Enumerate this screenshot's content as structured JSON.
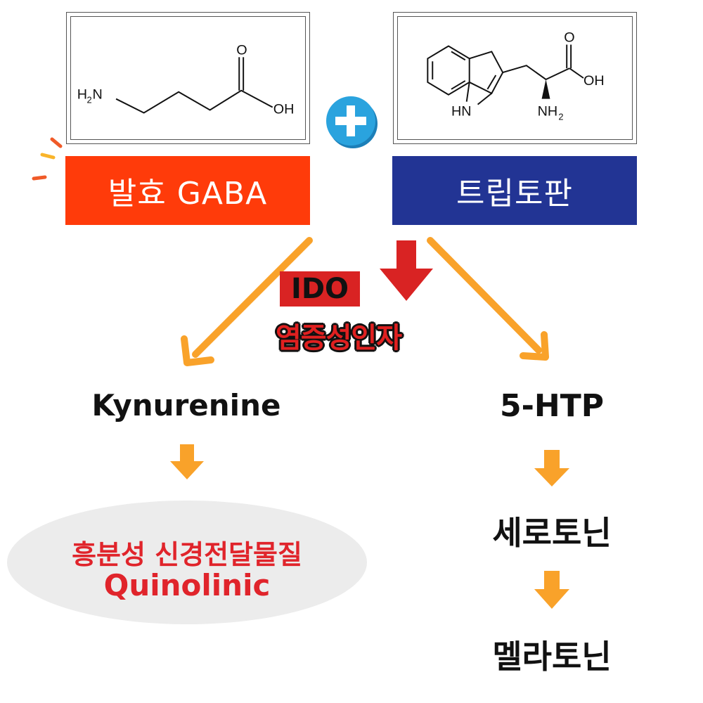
{
  "gaba_structure": {
    "amine_label": "H",
    "amine_n": "N",
    "amine_sub": "2",
    "carbonyl_o": "O",
    "hydroxyl": "OH"
  },
  "trp_structure": {
    "ring_nh": "HN",
    "carbonyl_o": "O",
    "hydroxyl": "OH",
    "amine": "NH",
    "amine_sub": "2"
  },
  "plus_icon": "plus-icon",
  "labels": {
    "left": "발효 GABA",
    "right": "트립토판"
  },
  "ido": {
    "label": "IDO",
    "sublabel": "염증성인자"
  },
  "left_branch": {
    "node1": "Kynurenine",
    "result_line1": "흥분성 신경전달물질",
    "result_line2": "Quinolinic"
  },
  "right_branch": {
    "node1": "5-HTP",
    "node2": "세로토닌",
    "node3": "멜라토닌"
  },
  "colors": {
    "gaba_label_bg": "#ff3b0a",
    "trp_label_bg": "#223494",
    "arrow_orange": "#f9a22a",
    "arrow_red": "#d92323",
    "plus_blue": "#2aa3de",
    "result_red": "#e0242b",
    "ellipse_gray": "#ececec"
  }
}
